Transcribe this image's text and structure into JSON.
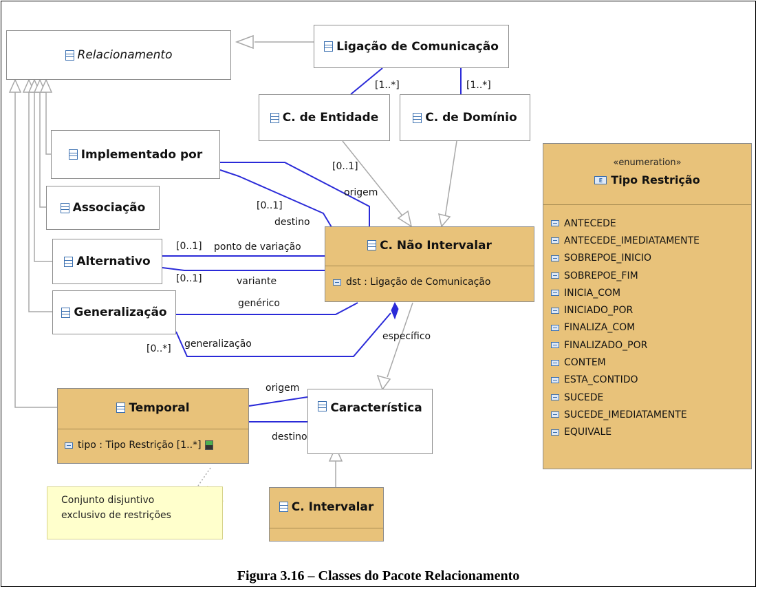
{
  "classes": {
    "relacionamento": "Relacionamento",
    "ligacao_comunicacao": "Ligação de Comunicação",
    "c_entidade": "C. de Entidade",
    "c_dominio": "C. de Domínio",
    "implementado_por": "Implementado por",
    "associacao": "Associação",
    "alternativo": "Alternativo",
    "generalizacao": "Generalização",
    "c_nao_intervalar": "C. Não Intervalar",
    "c_nao_intervalar_attr": "dst : Ligação de Comunicação",
    "temporal": "Temporal",
    "temporal_attr": "tipo : Tipo Restrição [1..*]",
    "caracteristica": "Característica",
    "c_intervalar": "C. Intervalar"
  },
  "enumeration": {
    "stereotype": "«enumeration»",
    "name": "Tipo Restrição",
    "literals": [
      "ANTECEDE",
      "ANTECEDE_IMEDIATAMENTE",
      "SOBREPOE_INICIO",
      "SOBREPOE_FIM",
      "INICIA_COM",
      "INICIADO_POR",
      "FINALIZA_COM",
      "FINALIZADO_POR",
      "CONTEM",
      "ESTA_CONTIDO",
      "SUCEDE",
      "SUCEDE_IMEDIATAMENTE",
      "EQUIVALE"
    ]
  },
  "labels": {
    "mult_1n_a": "[1..*]",
    "mult_1n_b": "[1..*]",
    "mult_01_a": "[0..1]",
    "origem_1": "origem",
    "mult_01_b": "[0..1]",
    "destino_1": "destino",
    "mult_01_c": "[0..1]",
    "ponto_variacao": "ponto de variação",
    "mult_01_d": "[0..1]",
    "variante": "variante",
    "generico": "genérico",
    "mult_0n": "[0..*]",
    "generalizacao": "generalização",
    "especifico": "específico",
    "origem_2": "origem",
    "destino_2": "destino"
  },
  "note": {
    "line1": "Conjunto disjuntivo",
    "line2": "exclusivo de restrições"
  },
  "caption": "Figura 3.16 – Classes do Pacote Relacionamento",
  "colors": {
    "class_fill_highlight": "#e8c27a",
    "association_line": "#2a2ad8",
    "generalization_line": "#a8a8a8",
    "note_fill": "#ffffcc"
  }
}
